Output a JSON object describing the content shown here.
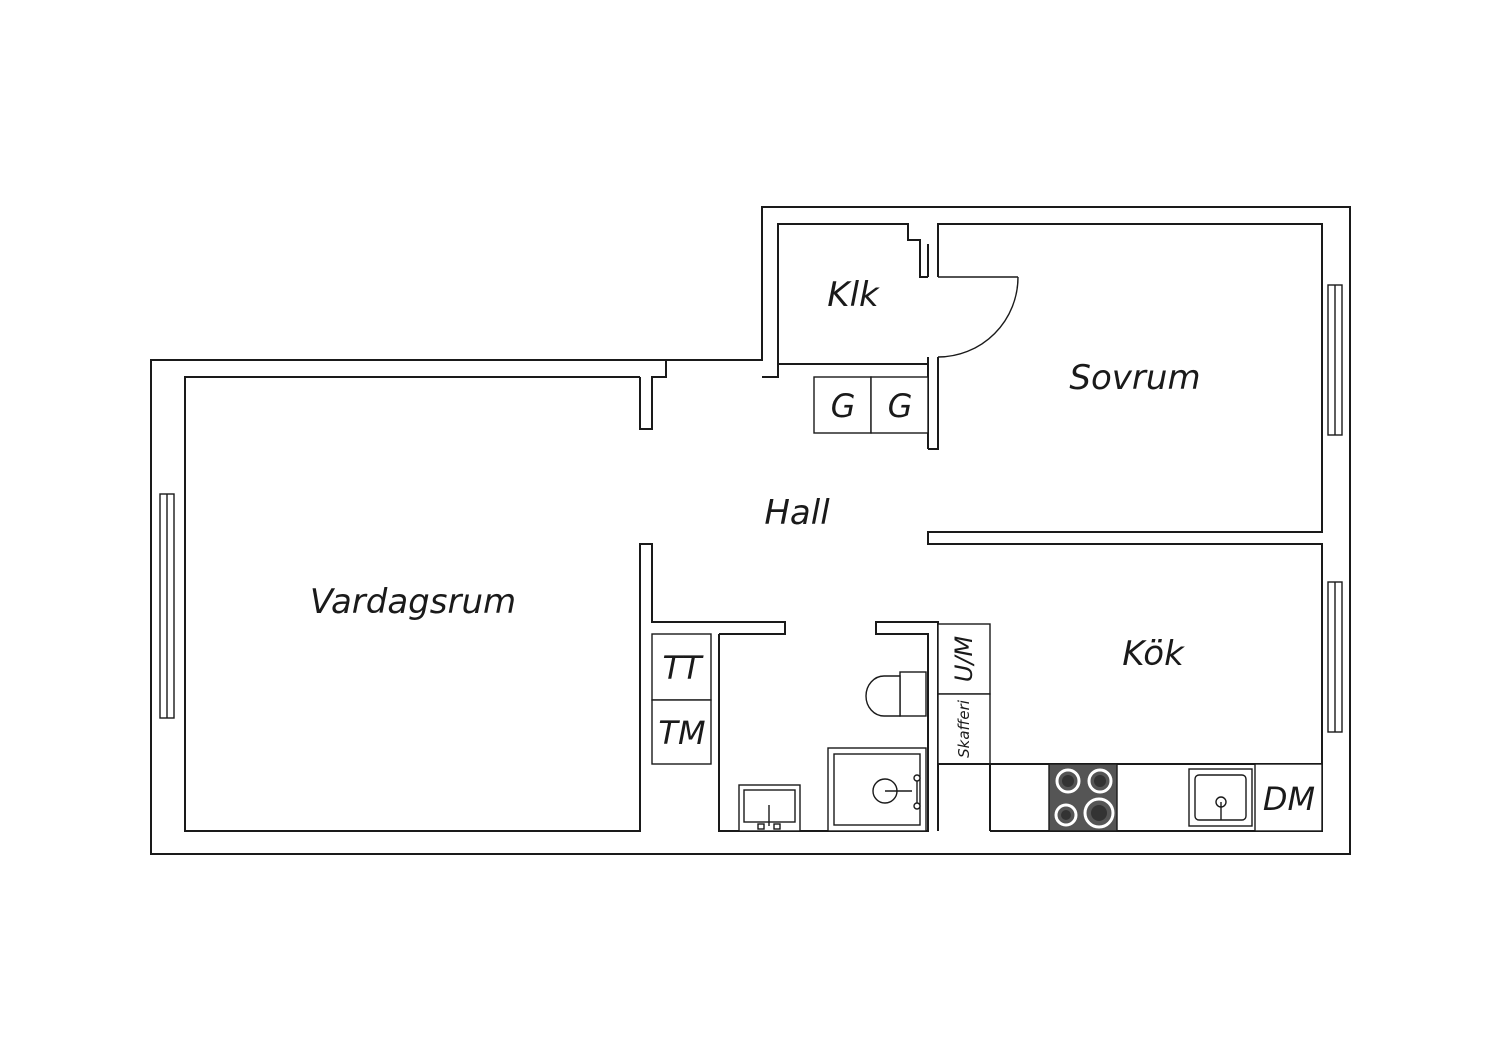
{
  "rooms": {
    "living_room": "Vardagsrum",
    "hall": "Hall",
    "closet": "Klk",
    "bedroom": "Sovrum",
    "kitchen": "Kök"
  },
  "fixtures": {
    "wardrobe_1": "G",
    "wardrobe_2": "G",
    "dryer": "TT",
    "washer": "TM",
    "fridge_freezer": "U/M",
    "pantry": "Skafferi",
    "dishwasher": "DM"
  },
  "colors": {
    "wall": "#1a1a1a",
    "background": "#ffffff",
    "stove": "#555555"
  }
}
